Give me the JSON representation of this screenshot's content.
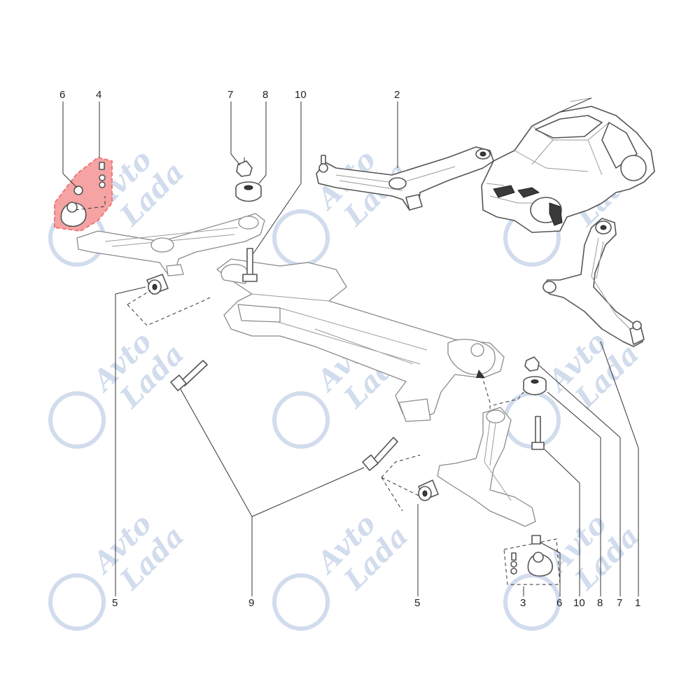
{
  "diagram": {
    "callouts": {
      "top_left_6": "6",
      "top_left_4": "4",
      "top_7": "7",
      "top_8": "8",
      "top_10": "10",
      "top_2": "2",
      "bottom_left_5": "5",
      "bottom_9": "9",
      "bottom_mid_5": "5",
      "bottom_3": "3",
      "bottom_6": "6",
      "bottom_10": "10",
      "bottom_8": "8",
      "bottom_7": "7",
      "bottom_1": "1"
    },
    "watermark": {
      "line1": "Avto",
      "line2": "Lada"
    },
    "colors": {
      "highlight": "#f07878",
      "highlight_fill": "#f5a3a3",
      "watermark": "#c9d6ea",
      "line": "#333333"
    }
  }
}
